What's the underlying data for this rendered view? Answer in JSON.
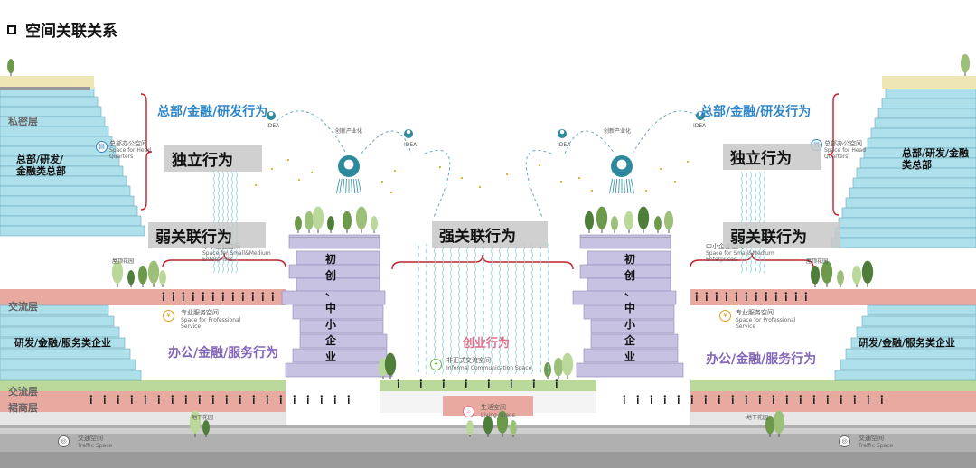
{
  "title": "空间关联关系",
  "floors": {
    "private": "私密层",
    "exchange": "交流层",
    "exchange2": "交流层",
    "podium": "裙商层"
  },
  "left": {
    "hq_label": "总部/研发/金融类总部",
    "rd_label": "研发/金融/服务类企业",
    "space_hq_cn": "总部办公空间",
    "space_hq_en": "Space for Head Quarters",
    "space_sme_cn": "中小企业空间",
    "space_sme_en": "Space for Small&Medium Enterprises",
    "space_pro_cn": "专业服务空间",
    "space_pro_en": "Space for Professional Service",
    "roof_garden": "屋顶花园",
    "under_garden": "地下花园",
    "traffic_cn": "交通空间",
    "traffic_en": "Traffic Space"
  },
  "right": {
    "hq_label": "总部/研发/金融类总部",
    "rd_label": "研发/金融/服务类企业",
    "space_hq_cn": "总部办公空间",
    "space_hq_en": "Space for Head Quarters",
    "space_sme_cn": "中小企业空间",
    "space_sme_en": "Space for Small&Medium Enterprises",
    "space_pro_cn": "专业服务空间",
    "space_pro_en": "Space for Professional Service",
    "roof_garden": "屋顶花园",
    "under_garden": "地下花园",
    "traffic_cn": "交通空间",
    "traffic_en": "Traffic Space"
  },
  "behaviors": {
    "hq_rd_left": "总部/金融/研发行为",
    "hq_rd_right": "总部/金融/研发行为",
    "independent_left": "独立行为",
    "independent_right": "独立行为",
    "weak_left": "弱关联行为",
    "weak_right": "弱关联行为",
    "strong": "强关联行为",
    "office_left": "办公/金融/服务行为",
    "office_right": "办公/金融/服务行为",
    "startup": "创业行为"
  },
  "center": {
    "tower_left_text": "初创、中小企业",
    "tower_right_text": "初创、中小企业",
    "idea": "IDEA",
    "industrialize": "创新产业化",
    "informal_cn": "非正式交流空间",
    "informal_en": "Informal Communication Space",
    "living_cn": "生活空间",
    "living_en": "Living Space"
  },
  "colors": {
    "glass": "#aee0ec",
    "pink": "#e8a9a0",
    "green": "#b9d89a",
    "lavender": "#c8c2e2",
    "ground": "#b0b0b0",
    "blue_text": "#2f86c8",
    "purple_text": "#8466b6",
    "red_bracket": "#c0202a"
  }
}
